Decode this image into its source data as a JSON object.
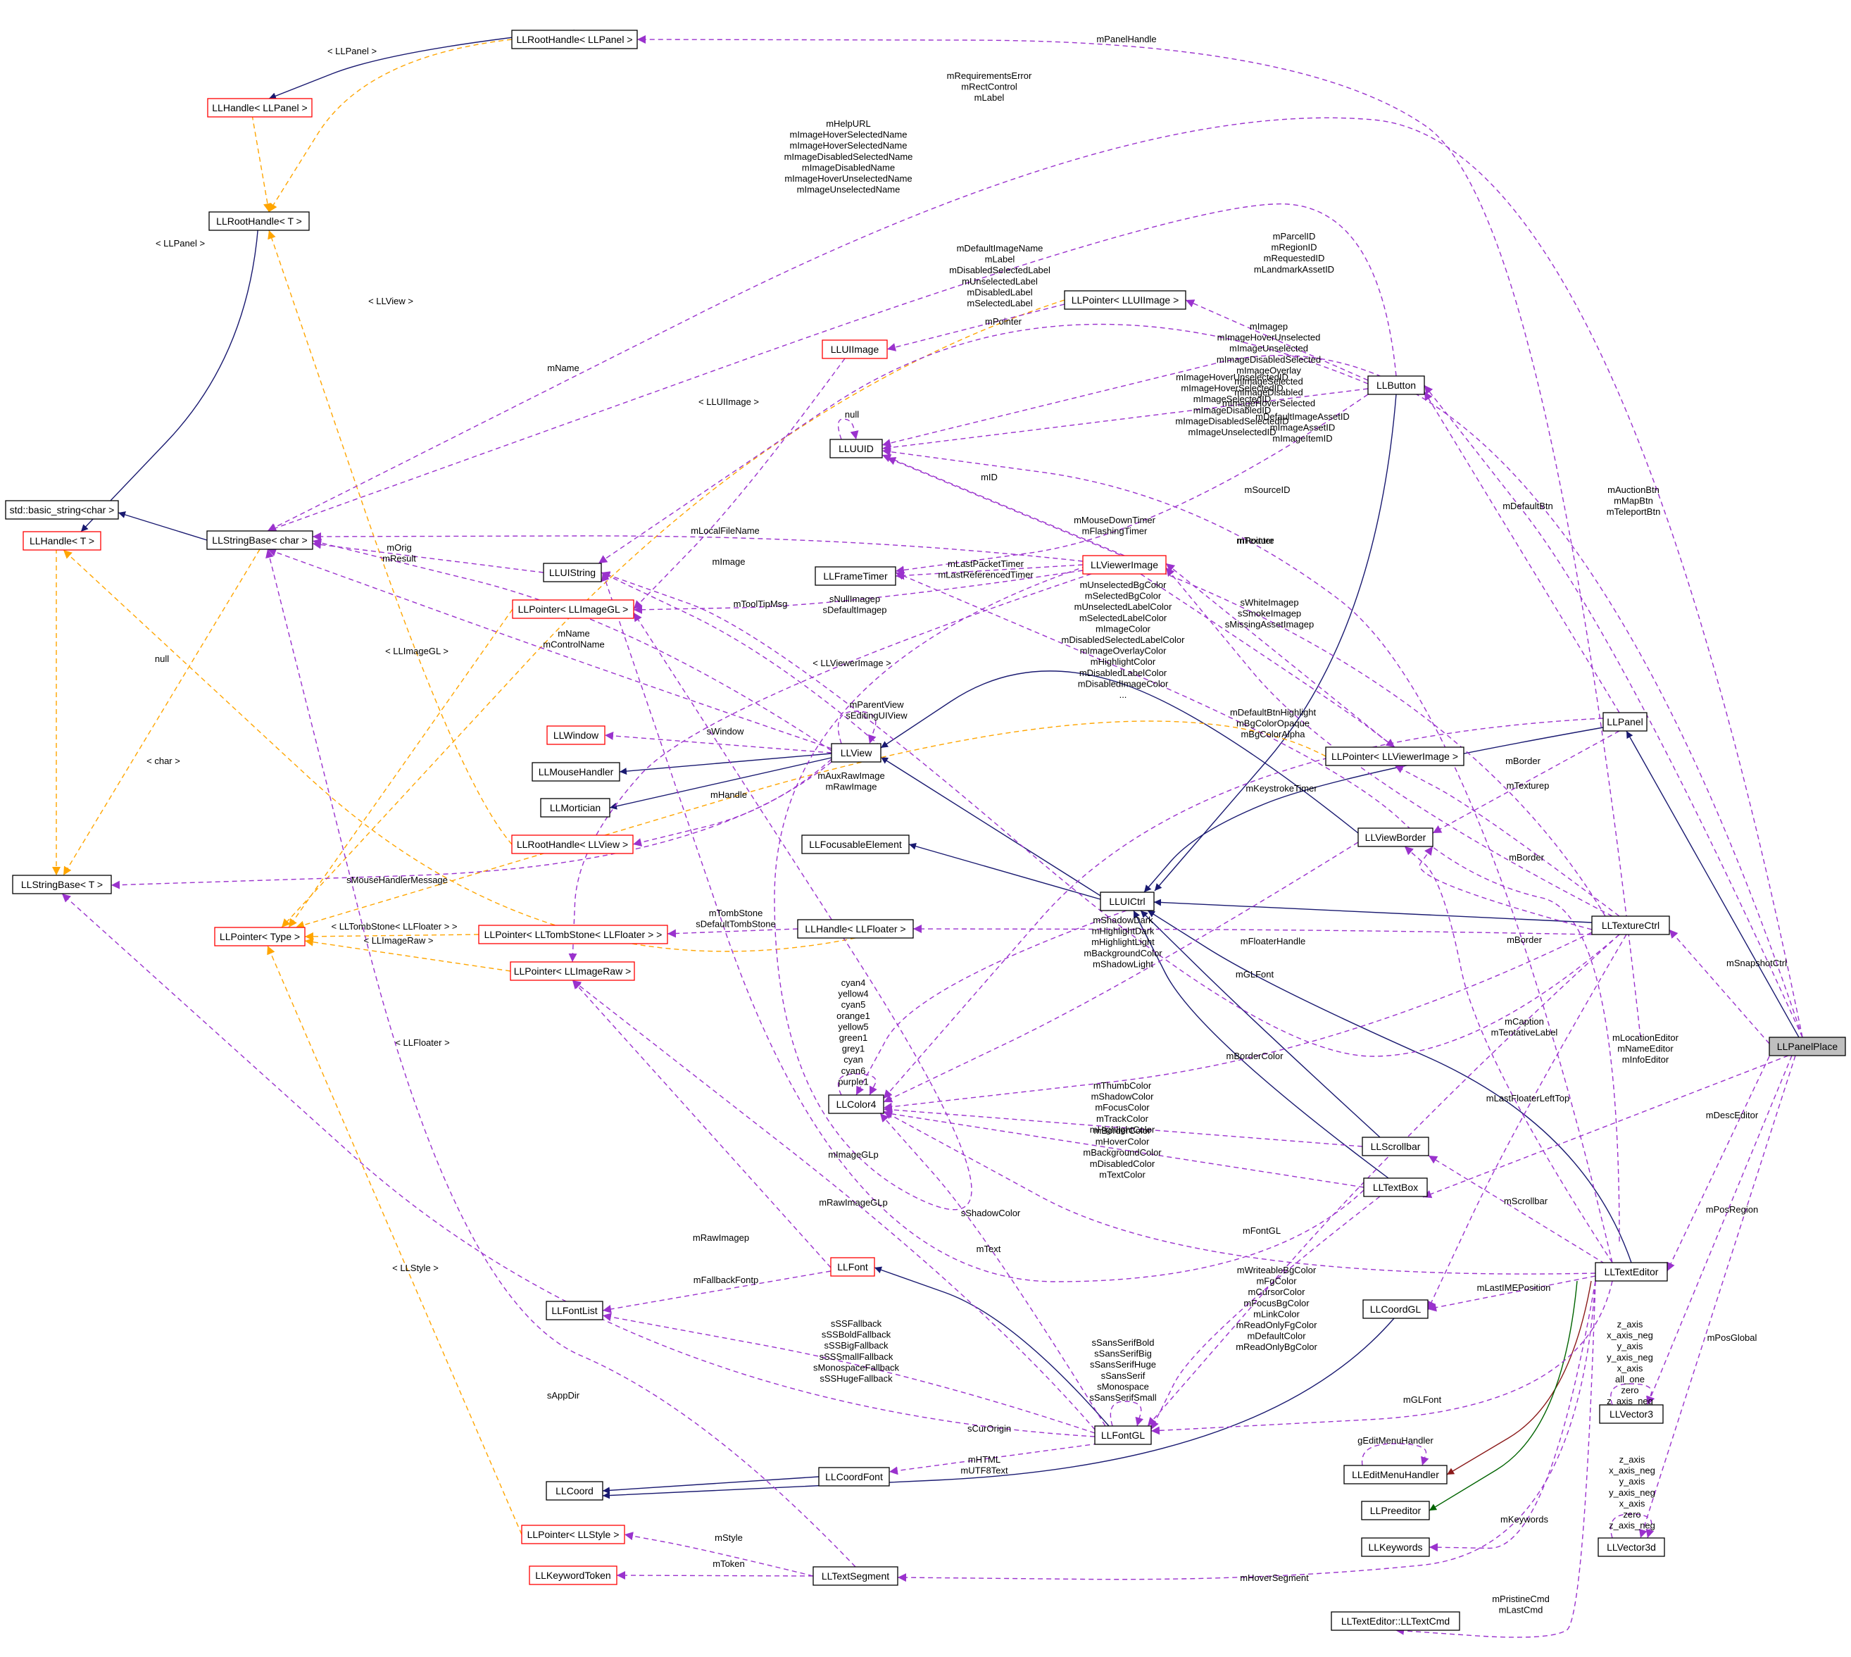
{
  "nodes": [
    {
      "id": "LLRootHandlePanel",
      "label": "LLRootHandle< LLPanel >",
      "border": "black"
    },
    {
      "id": "LLHandlePanel",
      "label": "LLHandle< LLPanel >",
      "border": "red"
    },
    {
      "id": "LLRootHandleT",
      "label": "LLRootHandle< T >",
      "border": "black"
    },
    {
      "id": "stdBasicString",
      "label": "std::basic_string<char >",
      "border": "black"
    },
    {
      "id": "LLHandleT",
      "label": "LLHandle< T >",
      "border": "red"
    },
    {
      "id": "LLStringBaseChar",
      "label": "LLStringBase< char >",
      "border": "black"
    },
    {
      "id": "LLStringBaseT",
      "label": "LLStringBase< T >",
      "border": "black"
    },
    {
      "id": "LLPointerType",
      "label": "LLPointer< Type >",
      "border": "red"
    },
    {
      "id": "LLUIString",
      "label": "LLUIString",
      "border": "black"
    },
    {
      "id": "LLPointerLLImageGL",
      "label": "LLPointer< LLImageGL >",
      "border": "red"
    },
    {
      "id": "LLWindow",
      "label": "LLWindow",
      "border": "red"
    },
    {
      "id": "LLMouseHandler",
      "label": "LLMouseHandler",
      "border": "black"
    },
    {
      "id": "LLMortician",
      "label": "LLMortician",
      "border": "black"
    },
    {
      "id": "LLRootHandleView",
      "label": "LLRootHandle< LLView >",
      "border": "red"
    },
    {
      "id": "LLPointerTombStone",
      "label": "LLPointer< LLTombStone< LLFloater > >",
      "border": "red"
    },
    {
      "id": "LLPointerImageRaw",
      "label": "LLPointer< LLImageRaw >",
      "border": "red"
    },
    {
      "id": "LLFontList",
      "label": "LLFontList",
      "border": "black"
    },
    {
      "id": "LLCoord",
      "label": "LLCoord",
      "border": "black"
    },
    {
      "id": "LLPointerStyle",
      "label": "LLPointer< LLStyle >",
      "border": "red"
    },
    {
      "id": "LLKeywordToken",
      "label": "LLKeywordToken",
      "border": "red"
    },
    {
      "id": "LLPointerUIImage",
      "label": "LLPointer< LLUIImage >",
      "border": "black"
    },
    {
      "id": "LLUIImage",
      "label": "LLUIImage",
      "border": "red"
    },
    {
      "id": "LLUUID",
      "label": "LLUUID",
      "border": "black"
    },
    {
      "id": "LLFrameTimer",
      "label": "LLFrameTimer",
      "border": "black"
    },
    {
      "id": "LLViewerImage",
      "label": "LLViewerImage",
      "border": "red"
    },
    {
      "id": "LLView",
      "label": "LLView",
      "border": "black"
    },
    {
      "id": "LLFocusableElement",
      "label": "LLFocusableElement",
      "border": "black"
    },
    {
      "id": "LLHandleFloater",
      "label": "LLHandle< LLFloater >",
      "border": "black"
    },
    {
      "id": "LLColor4",
      "label": "LLColor4",
      "border": "black"
    },
    {
      "id": "LLFont",
      "label": "LLFont",
      "border": "red"
    },
    {
      "id": "LLFontGL",
      "label": "LLFontGL",
      "border": "black"
    },
    {
      "id": "LLCoordFont",
      "label": "LLCoordFont",
      "border": "black"
    },
    {
      "id": "LLTextSegment",
      "label": "LLTextSegment",
      "border": "black"
    },
    {
      "id": "LLButton",
      "label": "LLButton",
      "border": "black"
    },
    {
      "id": "LLUICtrl",
      "label": "LLUICtrl",
      "border": "black"
    },
    {
      "id": "LLPointerViewerImage",
      "label": "LLPointer< LLViewerImage >",
      "border": "black"
    },
    {
      "id": "LLViewBorder",
      "label": "LLViewBorder",
      "border": "black"
    },
    {
      "id": "LLPanel",
      "label": "LLPanel",
      "border": "black"
    },
    {
      "id": "LLTextureCtrl",
      "label": "LLTextureCtrl",
      "border": "black"
    },
    {
      "id": "LLScrollbar",
      "label": "LLScrollbar",
      "border": "black"
    },
    {
      "id": "LLTextBox",
      "label": "LLTextBox",
      "border": "black"
    },
    {
      "id": "LLCoordGL",
      "label": "LLCoordGL",
      "border": "black"
    },
    {
      "id": "LLTextEditor",
      "label": "LLTextEditor",
      "border": "black"
    },
    {
      "id": "LLVector3",
      "label": "LLVector3",
      "border": "black"
    },
    {
      "id": "LLEditMenuHandler",
      "label": "LLEditMenuHandler",
      "border": "black"
    },
    {
      "id": "LLPreeditor",
      "label": "LLPreeditor",
      "border": "black"
    },
    {
      "id": "LLKeywords",
      "label": "LLKeywords",
      "border": "black"
    },
    {
      "id": "LLTextEditorCmd",
      "label": "LLTextEditor::LLTextCmd",
      "border": "black"
    },
    {
      "id": "LLVector3d",
      "label": "LLVector3d",
      "border": "black"
    },
    {
      "id": "LLPanelPlace",
      "label": "LLPanelPlace",
      "border": "black",
      "fill": "#bfbfbf"
    }
  ],
  "edges": [
    {
      "from": "LLRootHandlePanel",
      "to": "LLHandlePanel",
      "kind": "inherit"
    },
    {
      "from": "LLRootHandleT",
      "to": "LLHandleT",
      "kind": "inherit"
    },
    {
      "from": "LLStringBaseChar",
      "to": "stdBasicString",
      "kind": "inherit"
    },
    {
      "from": "LLView",
      "to": "LLMouseHandler",
      "kind": "inherit"
    },
    {
      "from": "LLView",
      "to": "LLMortician",
      "kind": "inherit"
    },
    {
      "from": "LLUICtrl",
      "to": "LLView",
      "kind": "inherit"
    },
    {
      "from": "LLUICtrl",
      "to": "LLFocusableElement",
      "kind": "inherit"
    },
    {
      "from": "LLButton",
      "to": "LLUICtrl",
      "kind": "inherit"
    },
    {
      "from": "LLPanel",
      "to": "LLUICtrl",
      "kind": "inherit"
    },
    {
      "from": "LLViewBorder",
      "to": "LLView",
      "kind": "inherit"
    },
    {
      "from": "LLTextureCtrl",
      "to": "LLUICtrl",
      "kind": "inherit"
    },
    {
      "from": "LLScrollbar",
      "to": "LLUICtrl",
      "kind": "inherit"
    },
    {
      "from": "LLTextBox",
      "to": "LLUICtrl",
      "kind": "inherit"
    },
    {
      "from": "LLTextEditor",
      "to": "LLUICtrl",
      "kind": "inherit"
    },
    {
      "from": "LLPanelPlace",
      "to": "LLPanel",
      "kind": "inherit"
    },
    {
      "from": "LLFontGL",
      "to": "LLFont",
      "kind": "inherit"
    },
    {
      "from": "LLCoordFont",
      "to": "LLCoord",
      "kind": "inherit"
    },
    {
      "from": "LLCoordGL",
      "to": "LLCoord",
      "kind": "inherit"
    },
    {
      "from": "LLTextEditor",
      "to": "LLEditMenuHandler",
      "kind": "inherit-protected"
    },
    {
      "from": "LLTextEditor",
      "to": "LLPreeditor",
      "kind": "inherit-private"
    },
    {
      "from": "LLHandlePanel",
      "to": "LLRootHandleT",
      "kind": "template",
      "label": "< LLPanel >"
    },
    {
      "from": "LLRootHandlePanel",
      "to": "LLRootHandleT",
      "kind": "template",
      "label": "< LLPanel >"
    },
    {
      "from": "LLHandleT",
      "to": "LLStringBaseT",
      "kind": "template",
      "label": "null"
    },
    {
      "from": "LLStringBaseChar",
      "to": "LLStringBaseT",
      "kind": "template",
      "label": "< char >"
    },
    {
      "from": "LLRootHandleView",
      "to": "LLRootHandleT",
      "kind": "template",
      "label": "< LLView >"
    },
    {
      "from": "LLPointerUIImage",
      "to": "LLPointerType",
      "kind": "template",
      "label": "< LLUIImage >"
    },
    {
      "from": "LLPointerLLImageGL",
      "to": "LLPointerType",
      "kind": "template",
      "label": "< LLImageGL >"
    },
    {
      "from": "LLPointerViewerImage",
      "to": "LLPointerType",
      "kind": "template",
      "label": "< LLViewerImage >"
    },
    {
      "from": "LLPointerTombStone",
      "to": "LLPointerType",
      "kind": "template",
      "label": "< LLTombStone< LLFloater > >"
    },
    {
      "from": "LLPointerImageRaw",
      "to": "LLPointerType",
      "kind": "template",
      "label": "< LLImageRaw >"
    },
    {
      "from": "LLHandleFloater",
      "to": "LLHandleT",
      "kind": "template",
      "label": "< LLFloater >"
    },
    {
      "from": "LLPointerStyle",
      "to": "LLPointerType",
      "kind": "template",
      "label": "< LLStyle >"
    },
    {
      "from": "LLPanelPlace",
      "to": "LLRootHandlePanel",
      "kind": "use",
      "label": "mPanelHandle"
    },
    {
      "from": "LLPanelPlace",
      "to": "LLStringBaseChar",
      "kind": "use",
      "label": "mRequirementsError\nmRectControl\nmLabel"
    },
    {
      "from": "LLButton",
      "to": "LLStringBaseChar",
      "kind": "use",
      "label": "mHelpURL\nmImageHoverSelectedName\nmImageHoverSelectedName\nmImageDisabledSelectedName\nmImageDisabledName\nmImageHoverUnselectedName\nmImageUnselectedName"
    },
    {
      "from": "LLButton",
      "to": "LLUIString",
      "kind": "use",
      "label": "mDefaultImageName\nmLabel\nmDisabledSelectedLabel\nmUnselectedLabel\nmDisabledLabel\nmSelectedLabel"
    },
    {
      "from": "LLPanelPlace",
      "to": "LLUUID",
      "kind": "use",
      "label": "mParcelID\nmRegionID\nmRequestedID\nmLandmarkAssetID"
    },
    {
      "from": "LLButton",
      "to": "LLPointerUIImage",
      "kind": "use",
      "label": "mImagep\nmImageHoverUnselected\nmImageUnselected\nmImageDisabledSelected\nmImageOverlay\nmImageSelected\nmImageDisabled\nmImageHoverSelected"
    },
    {
      "from": "LLButton",
      "to": "LLUUID",
      "kind": "use",
      "label": "mImageHoverUnselectedID\nmImageHoverSelectedID\nmImageSelectedID\nmImageDisabledID\nmImageDisabledSelectedID\nmImageUnselectedID"
    },
    {
      "from": "LLPointerUIImage",
      "to": "LLUIImage",
      "kind": "use",
      "label": "mPointer"
    },
    {
      "from": "LLView",
      "to": "LLStringBaseChar",
      "kind": "use",
      "label": "mName"
    },
    {
      "from": "LLUUID",
      "to": "LLUUID",
      "kind": "use",
      "label": "null"
    },
    {
      "from": "LLTextureCtrl",
      "to": "LLUUID",
      "kind": "use",
      "label": "mDefaultImageAssetID\nmImageAssetID\nmImageItemID"
    },
    {
      "from": "LLViewerImage",
      "to": "LLUUID",
      "kind": "use",
      "label": "mID"
    },
    {
      "from": "LLTextEditor",
      "to": "LLUUID",
      "kind": "use",
      "label": "mSourceID"
    },
    {
      "from": "LLPanel",
      "to": "LLButton",
      "kind": "use",
      "label": "mDefaultBtn"
    },
    {
      "from": "LLPanelPlace",
      "to": "LLButton",
      "kind": "use",
      "label": "mAuctionBtn\nmMapBtn\nmTeleportBtn"
    },
    {
      "from": "LLButton",
      "to": "LLFrameTimer",
      "kind": "use",
      "label": "mMouseDownTimer\nmFlashingTimer"
    },
    {
      "from": "LLViewerImage",
      "to": "LLStringBaseChar",
      "kind": "use",
      "label": "mLocalFileName"
    },
    {
      "from": "LLUIString",
      "to": "LLStringBaseChar",
      "kind": "use",
      "label": "mOrig\nmResult"
    },
    {
      "from": "LLUIImage",
      "to": "LLPointerLLImageGL",
      "kind": "use",
      "label": "mImage"
    },
    {
      "from": "LLViewerImage",
      "to": "LLFrameTimer",
      "kind": "use",
      "label": "mLastPacketTimer\nmLastReferencedTimer"
    },
    {
      "from": "LLPointerViewerImage",
      "to": "LLViewerImage",
      "kind": "use",
      "label": "mPointer"
    },
    {
      "from": "LLTextureCtrl",
      "to": "LLViewerImage",
      "kind": "use",
      "label": "mTexture"
    },
    {
      "from": "LLViewerImage",
      "to": "LLPointerViewerImage",
      "kind": "use",
      "label": "sWhiteImagep\nsSmokeImagep\nsMissingAssetImagep"
    },
    {
      "from": "LLViewerImage",
      "to": "LLPointerLLImageGL",
      "kind": "use",
      "label": "sNullImagep\nsDefaultImagep"
    },
    {
      "from": "LLView",
      "to": "LLUIString",
      "kind": "use",
      "label": "mToolTipMsg"
    },
    {
      "from": "LLUICtrl",
      "to": "LLColor4",
      "kind": "use",
      "label": "mUnselectedBgColor\nmSelectedBgColor\nmUnselectedLabelColor\nmSelectedLabelColor\nmImageColor\nmDisabledSelectedLabelColor\nmImageOverlayColor\nmHighlightColor\nmDisabledLabelColor\nmDisabledImageColor\n..."
    },
    {
      "from": "LLView",
      "to": "LLStringBaseChar",
      "kind": "use",
      "label": "mName\nmControlName"
    },
    {
      "from": "LLView",
      "to": "LLView",
      "kind": "use",
      "label": "mParentView\nsEditingUIView"
    },
    {
      "from": "LLView",
      "to": "LLWindow",
      "kind": "use",
      "label": "sWindow"
    },
    {
      "from": "LLPanel",
      "to": "LLColor4",
      "kind": "use",
      "label": "mDefaultBtnHighlight\nmBgColorOpaque\nmBgColorAlpha"
    },
    {
      "from": "LLPanel",
      "to": "LLViewBorder",
      "kind": "use",
      "label": "mBorder"
    },
    {
      "from": "LLViewerImage",
      "to": "LLPointerImageRaw",
      "kind": "use",
      "label": "mAuxRawImage\nmRawImage"
    },
    {
      "from": "LLView",
      "to": "LLRootHandleView",
      "kind": "use",
      "label": "mHandle"
    },
    {
      "from": "LLTextureCtrl",
      "to": "LLPointerViewerImage",
      "kind": "use",
      "label": "mTexturep"
    },
    {
      "from": "LLTextEditor",
      "to": "LLFrameTimer",
      "kind": "use",
      "label": "mKeystrokeTimer"
    },
    {
      "from": "LLTextureCtrl",
      "to": "LLViewBorder",
      "kind": "use",
      "label": "mBorder"
    },
    {
      "from": "LLView",
      "to": "LLStringBaseT",
      "kind": "use",
      "label": "sMouseHandlerMessage"
    },
    {
      "from": "LLHandleFloater",
      "to": "LLPointerTombStone",
      "kind": "use",
      "label": "mTombStone\nsDefaultTombStone"
    },
    {
      "from": "LLViewBorder",
      "to": "LLColor4",
      "kind": "use",
      "label": "mShadowDark\nmHighlightDark\nmHighlightLight\nmBackgroundColor\nmShadowLight"
    },
    {
      "from": "LLTextureCtrl",
      "to": "LLHandleFloater",
      "kind": "use",
      "label": "mFloaterHandle"
    },
    {
      "from": "LLTextEditor",
      "to": "LLViewBorder",
      "kind": "use",
      "label": "mBorder"
    },
    {
      "from": "LLPanelPlace",
      "to": "LLTextureCtrl",
      "kind": "use",
      "label": "mSnapshotCtrl"
    },
    {
      "from": "LLColor4",
      "to": "LLColor4",
      "kind": "use",
      "label": "cyan4\nyellow4\ncyan5\norange1\nyellow5\ngreen1\ngrey1\ncyan\ncyan6\npurple1\n..."
    },
    {
      "from": "LLTextureCtrl",
      "to": "LLFontGL",
      "kind": "use",
      "label": "mGLFont"
    },
    {
      "from": "LLTextureCtrl",
      "to": "LLUIString",
      "kind": "use",
      "label": "mCaption\nmTentativeLabel"
    },
    {
      "from": "LLPanelPlace",
      "to": "LLTextEditor",
      "kind": "use",
      "label": "mLocationEditor\nmNameEditor\nmInfoEditor"
    },
    {
      "from": "LLTextureCtrl",
      "to": "LLColor4",
      "kind": "use",
      "label": "mBorderColor"
    },
    {
      "from": "LLTextureCtrl",
      "to": "LLCoordGL",
      "kind": "use",
      "label": "mLastFloaterLeftTop"
    },
    {
      "from": "LLScrollbar",
      "to": "LLColor4",
      "kind": "use",
      "label": "mThumbColor\nmShadowColor\nmFocusColor\nmTrackColor\nmHighlightColor"
    },
    {
      "from": "LLPanelPlace",
      "to": "LLTextBox",
      "kind": "use",
      "label": "mDescEditor"
    },
    {
      "from": "LLTextBox",
      "to": "LLColor4",
      "kind": "use",
      "label": "mBorderColor\nmHoverColor\nmBackgroundColor\nmDisabledColor\nmTextColor"
    },
    {
      "from": "LLViewerImage",
      "to": "LLPointerLLImageGL",
      "kind": "use",
      "label": "mImageGLp"
    },
    {
      "from": "LLTextEditor",
      "to": "LLScrollbar",
      "kind": "use",
      "label": "mScrollbar"
    },
    {
      "from": "LLPanelPlace",
      "to": "LLVector3",
      "kind": "use",
      "label": "mPosRegion"
    },
    {
      "from": "LLFontGL",
      "to": "LLPointerImageRaw",
      "kind": "use",
      "label": "mRawImageGLp"
    },
    {
      "from": "LLFontGL",
      "to": "LLColor4",
      "kind": "use",
      "label": "sShadowColor"
    },
    {
      "from": "LLFont",
      "to": "LLPointerImageRaw",
      "kind": "use",
      "label": "mRawImagep"
    },
    {
      "from": "LLTextBox",
      "to": "LLUIString",
      "kind": "use",
      "label": "mText"
    },
    {
      "from": "LLTextBox",
      "to": "LLFontGL",
      "kind": "use",
      "label": "mFontGL"
    },
    {
      "from": "LLFont",
      "to": "LLFontList",
      "kind": "use",
      "label": "mFallbackFontp"
    },
    {
      "from": "LLFontGL",
      "to": "LLFontList",
      "kind": "use",
      "label": "sSSFallback\nsSSBoldFallback\nsSSBigFallback\nsSSSmallFallback\nsMonospaceFallback\nsSSHugeFallback"
    },
    {
      "from": "LLTextEditor",
      "to": "LLColor4",
      "kind": "use",
      "label": "mWriteableBgColor\nmFgColor\nmCursorColor\nmFocusBgColor\nmLinkColor\nmReadOnlyFgColor\nmDefaultColor\nmReadOnlyBgColor"
    },
    {
      "from": "LLTextEditor",
      "to": "LLCoordGL",
      "kind": "use",
      "label": "mLastIMEPosition"
    },
    {
      "from": "LLVector3",
      "to": "LLVector3",
      "kind": "use",
      "label": "z_axis\nx_axis_neg\ny_axis\ny_axis_neg\nx_axis\nall_one\nzero\nz_axis_neg"
    },
    {
      "from": "LLFontGL",
      "to": "LLFontGL",
      "kind": "use",
      "label": "sSansSerifBold\nsSansSerifBig\nsSansSerifHuge\nsSansSerif\nsMonospace\nsSansSerifSmall"
    },
    {
      "from": "LLFontGL",
      "to": "LLStringBaseT",
      "kind": "use",
      "label": "sAppDir"
    },
    {
      "from": "LLTextEditor",
      "to": "LLFontGL",
      "kind": "use",
      "label": "mGLFont"
    },
    {
      "from": "LLPanelPlace",
      "to": "LLVector3d",
      "kind": "use",
      "label": "mPosGlobal"
    },
    {
      "from": "LLFontGL",
      "to": "LLCoordFont",
      "kind": "use",
      "label": "sCurOrigin"
    },
    {
      "from": "LLEditMenuHandler",
      "to": "LLEditMenuHandler",
      "kind": "use",
      "label": "gEditMenuHandler"
    },
    {
      "from": "LLTextSegment",
      "to": "LLStringBaseChar",
      "kind": "use",
      "label": "mHTML\nmUTF8Text"
    },
    {
      "from": "LLVector3d",
      "to": "LLVector3d",
      "kind": "use",
      "label": "z_axis\nx_axis_neg\ny_axis\ny_axis_neg\nx_axis\nzero\nz_axis_neg"
    },
    {
      "from": "LLTextEditor",
      "to": "LLKeywords",
      "kind": "use",
      "label": "mKeywords"
    },
    {
      "from": "LLTextSegment",
      "to": "LLPointerStyle",
      "kind": "use",
      "label": "mStyle"
    },
    {
      "from": "LLTextSegment",
      "to": "LLKeywordToken",
      "kind": "use",
      "label": "mToken"
    },
    {
      "from": "LLTextEditor",
      "to": "LLTextSegment",
      "kind": "use",
      "label": "mHoverSegment"
    },
    {
      "from": "LLTextEditor",
      "to": "LLTextEditorCmd",
      "kind": "use",
      "label": "mPristineCmd\nmLastCmd"
    }
  ],
  "colors": {
    "inherit": "#191970",
    "inherit_protected": "#8b1a1a",
    "inherit_private": "#006400",
    "use": "#9a32cd",
    "template": "#ffa500",
    "red_border": "#ff0000",
    "black_border": "#000000",
    "focus_fill": "#bfbfbf"
  }
}
